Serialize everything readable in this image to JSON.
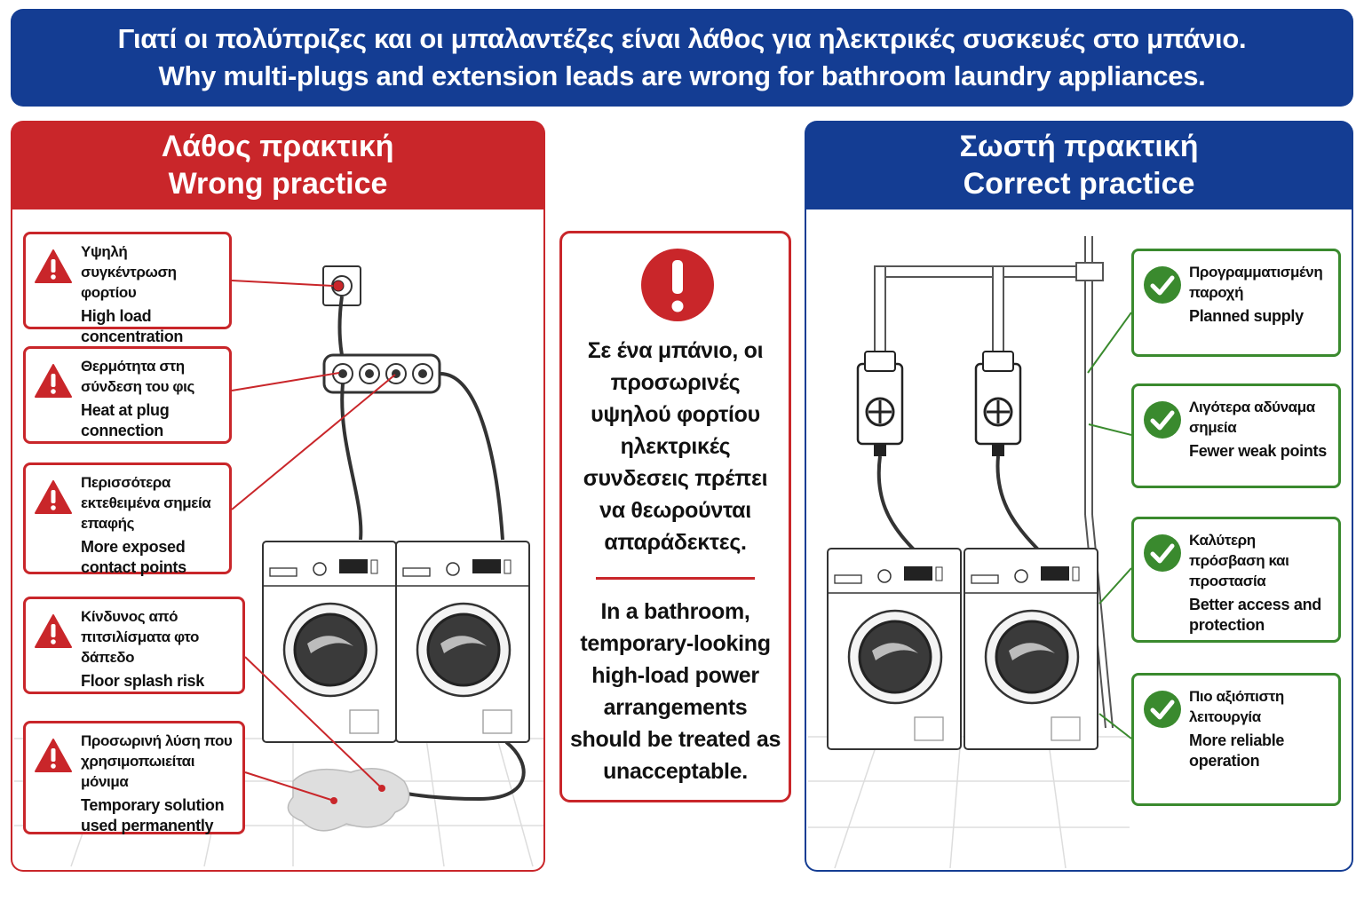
{
  "header": {
    "title_el": "Γιατί οι πολύπριζες και οι μπαλαντέζες είναι λάθος για ηλεκτρικές συσκευές στο μπάνιο.",
    "title_en": "Why multi-plugs and extension leads are wrong for bathroom laundry appliances."
  },
  "wrong": {
    "heading_el": "Λάθος πρακτική",
    "heading_en": "Wrong practice",
    "items": [
      {
        "el": "Υψηλή συγκέντρωση φορτίου",
        "en": "High load concentration"
      },
      {
        "el": "Θερμότητα στη σύνδεση του φις",
        "en": "Heat at plug connection"
      },
      {
        "el": "Περισσότερα εκτεθειμένα σημεία επαφής",
        "en": "More exposed contact points"
      },
      {
        "el": "Κίνδυνος από πιτσιλίσματα φτο δάπεδο",
        "en": "Floor splash risk"
      },
      {
        "el": "Προσωρινή λύση που χρησιμοπωιείται μόνιμα",
        "en": "Temporary solution used permanently"
      }
    ],
    "icon": "warning-icon",
    "color": "#c9262a"
  },
  "center": {
    "text_el": "Σε ένα μπάνιο, οι προσωρινές υψηλού φορτίου ηλεκτρικές συνδεσεις πρέπει να θεωρούνται απαράδεκτες.",
    "text_en": "In a bathroom, temporary-looking high-load power arrangements should be treated as unacceptable.",
    "icon": "exclamation-icon"
  },
  "correct": {
    "heading_el": "Σωστή πρακτική",
    "heading_en": "Correct practice",
    "items": [
      {
        "el": "Προγραμματισμένη παροχή",
        "en": "Planned supply"
      },
      {
        "el": "Λιγότερα αδύναμα σημεία",
        "en": "Fewer weak points"
      },
      {
        "el": "Καλύτερη πρόσβαση και προστασία",
        "en": "Better access and protection"
      },
      {
        "el": "Πιο αξιόπιστη λειτουργία",
        "en": "More reliable operation"
      }
    ],
    "icon": "checkmark-icon",
    "color": "#3a8a2e"
  },
  "colors": {
    "blue": "#143d93",
    "red": "#c9262a",
    "green": "#3a8a2e"
  }
}
